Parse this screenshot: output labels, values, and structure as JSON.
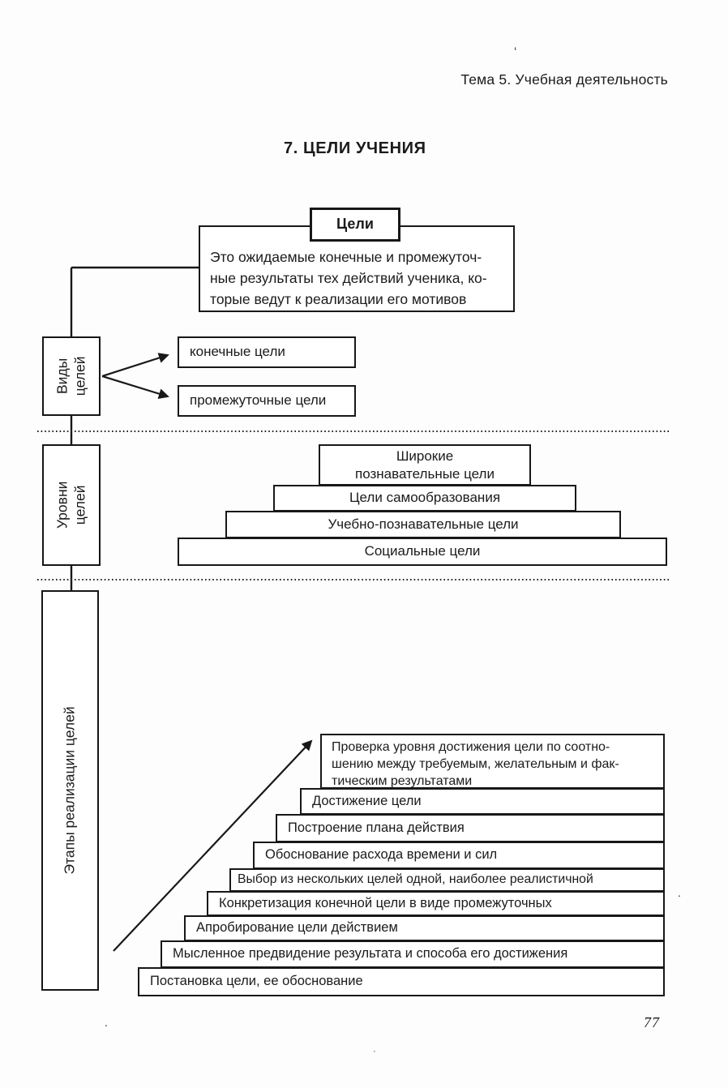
{
  "page": {
    "header": "Тема 5. Учебная деятельность",
    "title": "7. ЦЕЛИ УЧЕНИЯ",
    "page_number": "77",
    "ink_color": "#1b1b1b",
    "paper_color": "#fdfdfd"
  },
  "concept": {
    "label": "Цели",
    "definition": "Это ожидаемые конечные и промежуточ-\nные результаты тех действий ученика, ко-\nторые ведут к реализации его мотивов"
  },
  "kinds": {
    "label": "Виды\nцелей",
    "items": [
      "конечные цели",
      "промежуточные цели"
    ]
  },
  "levels": {
    "label": "Уровни\nцелей",
    "items": [
      "Широкие\nпознавательные цели",
      "Цели самообразования",
      "Учебно-познавательные цели",
      "Социальные цели"
    ]
  },
  "stages": {
    "label": "Этапы реализации целей",
    "items": [
      "Проверка уровня достижения цели по соотно-\nшению между требуемым, желательным и фак-\nтическим результатами",
      "Достижение цели",
      "Построение плана действия",
      "Обоснование расхода времени и сил",
      "Выбор из нескольких целей одной, наиболее реалистичной",
      "Конкретизация конечной цели в виде промежуточных",
      "Апробирование цели действием",
      "Мысленное предвидение результата и способа его достижения",
      "Постановка цели, ее обоснование"
    ]
  },
  "artifacts": {
    "top_mark": "ʻ",
    "mid_dot": ".",
    "bottom_left_dot": ".",
    "bottom_center_dot": "·"
  }
}
